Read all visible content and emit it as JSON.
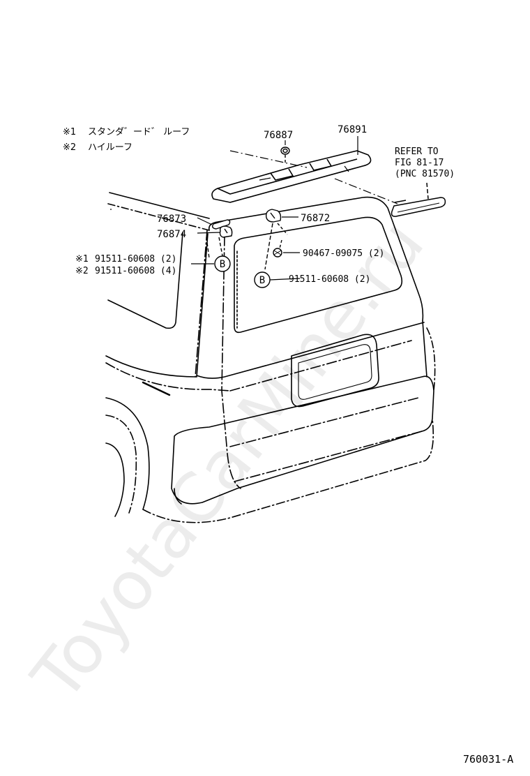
{
  "notes": [
    {
      "mark": "※1",
      "text": "スタンダ゛ード゛ ルーフ"
    },
    {
      "mark": "※2",
      "text": "ハイルーフ"
    }
  ],
  "refer": {
    "line1": "REFER TO",
    "line2": "FIG 81-17",
    "line3": "(PNC 81570)"
  },
  "parts": {
    "p76887": "76887",
    "p76891": "76891",
    "p76873": "76873",
    "p76874": "76874",
    "p76872": "76872",
    "p90467": "90467-09075 (2)",
    "p91511_b": "91511-60608 (2)",
    "p91511_1": "91511-60608 (2)",
    "p91511_2": "91511-60608 (4)",
    "mark1": "※1",
    "mark2": "※2"
  },
  "callout_letter": "B",
  "watermark": "ToyotaCarMine.ru",
  "diagram_code": "760031-A"
}
